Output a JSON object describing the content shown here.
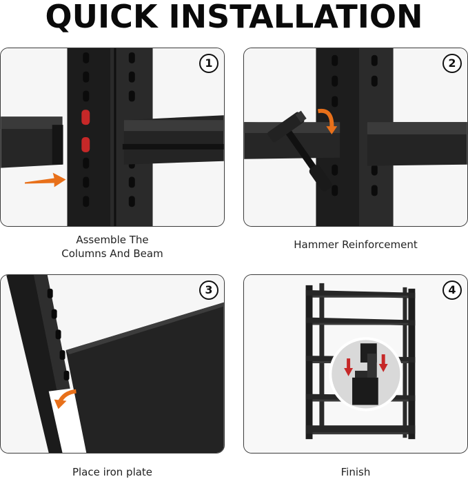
{
  "header": {
    "title": "QUICK INSTALLATION"
  },
  "steps": [
    {
      "number": "1",
      "caption_line1": "Assemble The",
      "caption_line2": "Columns And Beam",
      "icon": "column-beam-illustration"
    },
    {
      "number": "2",
      "caption": "Hammer Reinforcement",
      "icon": "hammer-illustration"
    },
    {
      "number": "3",
      "caption": "Place iron plate",
      "icon": "iron-plate-illustration"
    },
    {
      "number": "4",
      "caption": "Finish",
      "icon": "finished-shelf-illustration"
    }
  ],
  "colors": {
    "accent": "#e8701a",
    "highlight": "#c62828",
    "steel": "#1e1e1e",
    "border": "#3a3a3a"
  }
}
